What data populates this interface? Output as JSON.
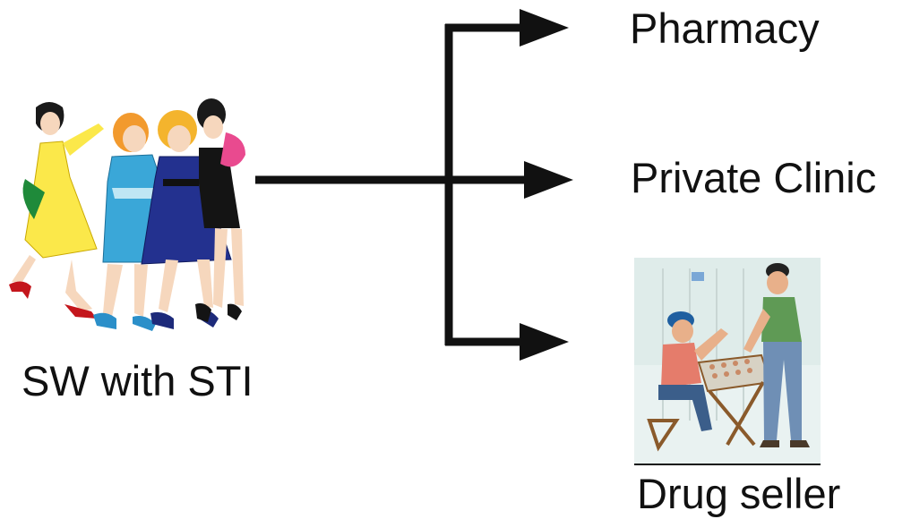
{
  "source": {
    "label": "SW with STI",
    "illustration": "group-of-four-women-illustration"
  },
  "destinations": [
    {
      "label": "Pharmacy"
    },
    {
      "label": "Private Clinic"
    },
    {
      "label": "Drug seller",
      "illustration": "drug-seller-stall-illustration"
    }
  ],
  "colors": {
    "arrow": "#111111",
    "text": "#111111",
    "background": "#ffffff"
  }
}
